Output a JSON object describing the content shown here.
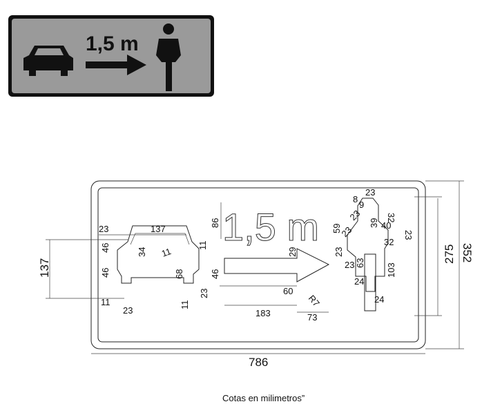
{
  "sign": {
    "text": "1,5 m"
  },
  "drawing": {
    "legend_text": "1,5 m",
    "dims": {
      "car_width": "137",
      "car_h_left_top": "46",
      "car_h_left_bottom": "46",
      "car_offset": "23",
      "window_h": "34",
      "window_slope": "11",
      "roof_slope": "11",
      "body_h": "68",
      "right_h": "46",
      "wheel_h": "23",
      "wheel_w": "23",
      "bottom_left": "11",
      "bottom_right": "11",
      "car_total_h": "137",
      "text_h": "86",
      "m_h": "59",
      "arrow_head_gap": "29",
      "arrow_60": "60",
      "arrow_len": "183",
      "arrow_head_w": "73",
      "radius": "R7",
      "bike_top": "23",
      "bike_8": "8",
      "bike_9": "9",
      "bike_32a": "32",
      "bike_39": "39",
      "bike_40": "40",
      "bike_23a": "23",
      "bike_32b": "32",
      "bike_23b": "23",
      "bike_23c": "23",
      "bike_23d": "23",
      "bike_23e": "23",
      "bike_63": "63",
      "bike_24a": "24",
      "bike_103": "103",
      "bike_24b": "24",
      "inner_h": "275",
      "outer_h": "352",
      "outer_w": "786"
    }
  },
  "caption": "Cotas en milimetros”"
}
